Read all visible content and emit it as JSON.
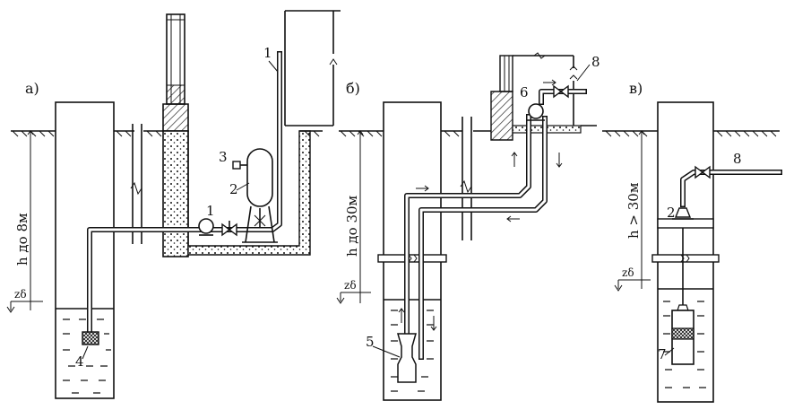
{
  "panels": {
    "a": {
      "label": "а)",
      "depth": "h до 8м",
      "z": "zδ"
    },
    "b": {
      "label": "б)",
      "depth": "h до 30м",
      "z": "zδ"
    },
    "c": {
      "label": "в)",
      "depth": "h > 30м",
      "z": "zδ"
    }
  },
  "markers": {
    "m1a": "1",
    "m1b": "1",
    "m2": "2",
    "m3": "3",
    "m4": "4",
    "m5": "5",
    "m6": "6",
    "m7": "7",
    "m8b": "8",
    "m2c": "2",
    "m8c": "8"
  }
}
